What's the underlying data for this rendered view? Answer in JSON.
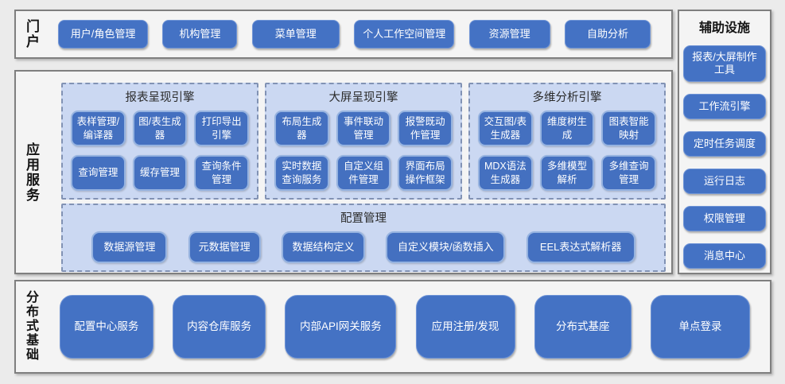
{
  "portal": {
    "label": "门户",
    "items": [
      "用户/角色管理",
      "机构管理",
      "菜单管理",
      "个人工作空间管理",
      "资源管理",
      "自助分析"
    ]
  },
  "app_services": {
    "label": "应用服务",
    "engines": [
      {
        "title": "报表呈现引擎",
        "items": [
          "表样管理/编译器",
          "图/表生成器",
          "打印导出引擎",
          "查询管理",
          "缓存管理",
          "查询条件管理"
        ]
      },
      {
        "title": "大屏呈现引擎",
        "items": [
          "布局生成器",
          "事件联动管理",
          "报警既动作管理",
          "实时数据查询服务",
          "自定义组件管理",
          "界面布局操作框架"
        ]
      },
      {
        "title": "多维分析引擎",
        "items": [
          "交互图/表生成器",
          "维度树生成",
          "图表智能映射",
          "MDX语法生成器",
          "多维模型解析",
          "多维查询管理"
        ]
      }
    ],
    "config": {
      "title": "配置管理",
      "items": [
        "数据源管理",
        "元数据管理",
        "数据结构定义",
        "自定义模块/函数插入",
        "EEL表达式解析器"
      ]
    }
  },
  "aux": {
    "title": "辅助设施",
    "items": [
      "报表/大屏制作工具",
      "工作流引擎",
      "定时任务调度",
      "运行日志",
      "权限管理",
      "消息中心"
    ]
  },
  "foundation": {
    "label": "分布式基础",
    "items": [
      "配置中心服务",
      "内容仓库服务",
      "内部API网关服务",
      "应用注册/发现",
      "分布式基座",
      "单点登录"
    ]
  },
  "colors": {
    "primary_blue": "#4472c4",
    "inner_blue": "#4470c0",
    "panel_blue": "#cbd8f2",
    "section_border": "#7f7f7f",
    "dashed_border": "#8192b4"
  }
}
